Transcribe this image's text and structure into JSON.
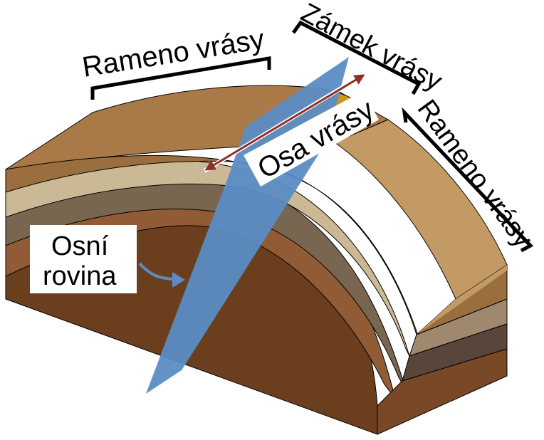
{
  "labels": {
    "limb_left": "Rameno vrásy",
    "hinge": "Zámek vrásy",
    "limb_right": "Rameno vrásy",
    "fold_axis": "Osa vrásy",
    "axial_plane_line1": "Osní",
    "axial_plane_line2": "rovina"
  },
  "colors": {
    "layer_top": "#a97a48",
    "layer_top_shade": "#9b6e40",
    "layer_top_face": "#c49a64",
    "layer_cream": "#cbb996",
    "layer_dark": "#786651",
    "layer_rust": "#915c35",
    "layer_core": "#6b3f1d",
    "side_tan": "#a0886f",
    "side_dark": "#58463a",
    "side_bottom": "#794826",
    "axial_plane": "#5b8cc4",
    "fold_axis_arrow": "#8e2f2a",
    "hinge_strip": "#c99720",
    "outline": "#000000"
  }
}
